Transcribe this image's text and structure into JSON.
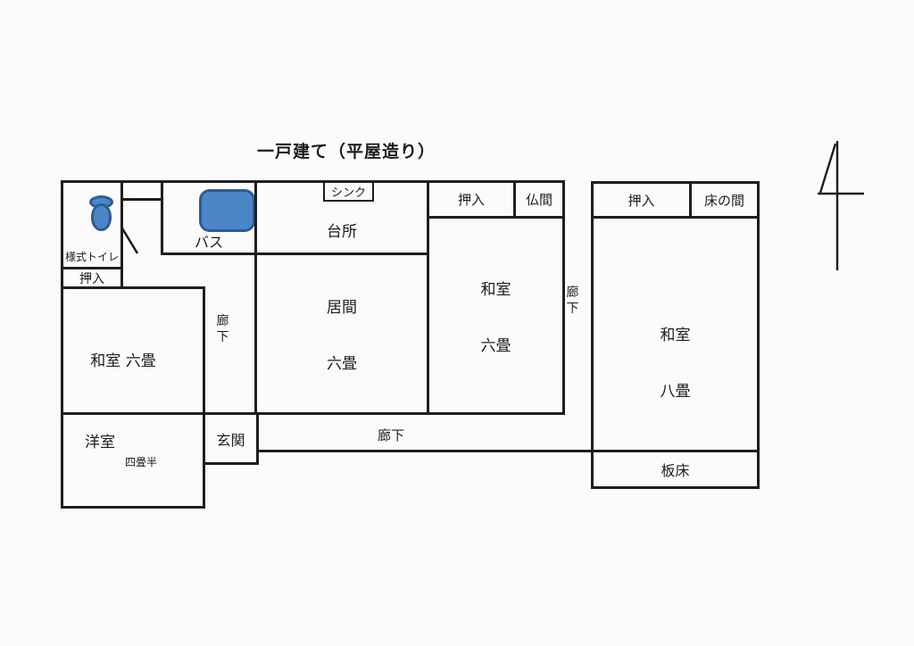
{
  "title": "一戸建て（平屋造り）",
  "rooms": {
    "toilet": {
      "label": "様式トイレ"
    },
    "closet_left": {
      "label": "押入"
    },
    "bath": {
      "label": "バス"
    },
    "kitchen": {
      "label": "台所"
    },
    "sink": {
      "label": "シンク"
    },
    "washitsu_left": {
      "label": "和室 六畳"
    },
    "western_room": {
      "label": "洋室",
      "size": "四畳半"
    },
    "living": {
      "label": "居間",
      "size": "六畳"
    },
    "closet_mid": {
      "label": "押入"
    },
    "butsuma": {
      "label": "仏間"
    },
    "washitsu_mid": {
      "label": "和室",
      "size": "六畳"
    },
    "closet_right": {
      "label": "押入"
    },
    "tokonoma": {
      "label": "床の間"
    },
    "washitsu_right": {
      "label": "和室",
      "size": "八畳"
    },
    "itadoko": {
      "label": "板床"
    },
    "genkan": {
      "label": "玄関"
    },
    "corridor_left": {
      "label": "廊下"
    },
    "corridor_right": {
      "label": "廊下"
    },
    "corridor_bottom": {
      "label": "廊下"
    }
  },
  "colors": {
    "wall": "#1e1e1e",
    "fixture_fill": "#4a86c8",
    "fixture_border": "#2e5d94",
    "background": "#fbfbfb"
  }
}
